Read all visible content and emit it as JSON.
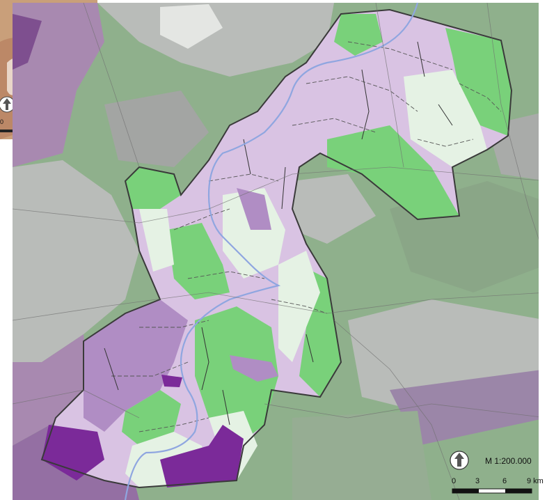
{
  "colors": {
    "page_bg": "#ffffff",
    "base_green": "#8fb08c",
    "base_gray": "#b9bcb9",
    "base_purple": "#a889b0",
    "study_light_purple": "#d9c3e3",
    "study_pale_green": "#e5f2e4",
    "study_bright_green": "#79d17a",
    "study_mid_purple": "#b08dc4",
    "study_dark_purple": "#7b2a99",
    "river": "#8fa6e0",
    "border": "#3a3a3a",
    "inset_tan": "#c99f7a"
  },
  "inset": {
    "north_icon": "north-arrow-icon",
    "scale_text": "0"
  },
  "map": {
    "north_icon": "north-arrow-icon",
    "scale_label": "M 1:200.000",
    "scale_ticks": [
      "0",
      "3",
      "6",
      "9 km"
    ]
  }
}
